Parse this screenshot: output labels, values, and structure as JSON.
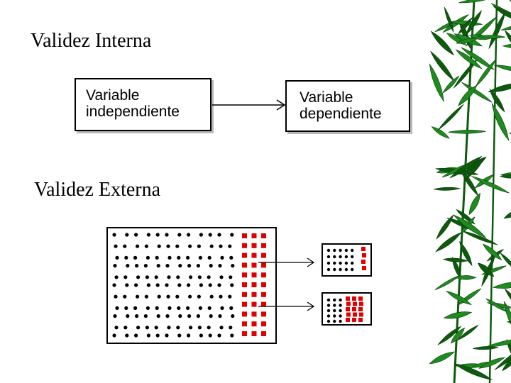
{
  "sections": {
    "interna_title": "Validez Interna",
    "externa_title": "Validez Externa"
  },
  "diagram": {
    "independent_box": {
      "line1": "Variable",
      "line2": "independiente"
    },
    "dependent_box": {
      "line1": "Variable",
      "line2": "dependiente"
    },
    "dot_colors": {
      "black": "#000000",
      "red": "#e00000"
    },
    "population": {
      "black_columns": 12,
      "red_columns": 3,
      "rows": 11
    },
    "samples": [
      {
        "name": "sample-1",
        "black_columns": 5,
        "black_rows": 4,
        "red_columns": 1,
        "red_rows": 4
      },
      {
        "name": "sample-2",
        "black_columns": 3,
        "black_rows": 5,
        "red_columns": 3,
        "red_rows": 5
      }
    ]
  },
  "decoration": {
    "foliage": "bamboo-leaves",
    "leaf_color": "#1f8a1f",
    "leaf_dark": "#0d5a0d"
  }
}
